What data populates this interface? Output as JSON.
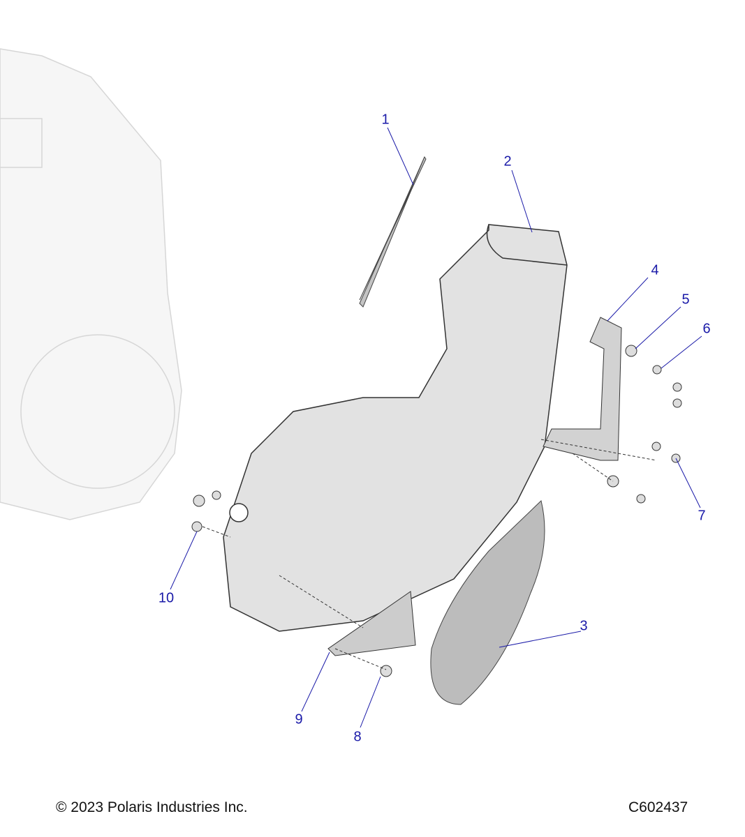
{
  "callouts": [
    {
      "id": "1",
      "label": "1"
    },
    {
      "id": "2",
      "label": "2"
    },
    {
      "id": "3",
      "label": "3"
    },
    {
      "id": "4",
      "label": "4"
    },
    {
      "id": "5",
      "label": "5"
    },
    {
      "id": "6",
      "label": "6"
    },
    {
      "id": "7",
      "label": "7"
    },
    {
      "id": "8",
      "label": "8"
    },
    {
      "id": "9",
      "label": "9"
    },
    {
      "id": "10",
      "label": "10"
    }
  ],
  "footer": {
    "copyright": "© 2023 Polaris Industries Inc.",
    "figure_id": "C602437"
  },
  "colors": {
    "callout": "#1a1aa8",
    "part_fill": "#c8c8c8",
    "engine": "#e4e4e4"
  }
}
